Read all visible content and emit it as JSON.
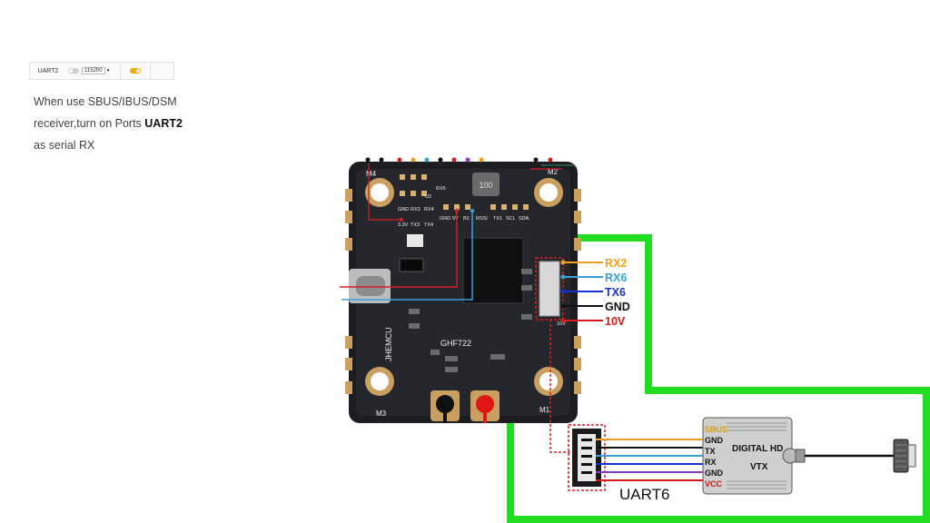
{
  "toolbar": {
    "port": "UART2",
    "baud": "115200"
  },
  "note": {
    "line1": "When use SBUS/IBUS/DSM",
    "line2_prefix": "receiver,turn on Ports ",
    "line2_bold": "UART2",
    "line3": "as serial RX"
  },
  "board": {
    "motors": [
      "M4",
      "M2",
      "M3",
      "M1"
    ],
    "pads": [
      "RX5",
      "U2",
      "GND",
      "RX3",
      "RX4",
      "3.3V",
      "TX3",
      "TX4",
      "GND",
      "5V",
      "B2",
      "RSSI",
      "TX1",
      "SCL",
      "SDA"
    ],
    "inductor": "100",
    "brand": "JHEMCU",
    "model": "GHF722",
    "ten_v": "10V"
  },
  "pins": [
    {
      "label": "RX2",
      "color": "#f0a020"
    },
    {
      "label": "RX6",
      "color": "#3aa0d8"
    },
    {
      "label": "TX6",
      "color": "#1a2fd0"
    },
    {
      "label": "GND",
      "color": "#111111"
    },
    {
      "label": "10V",
      "color": "#d81818"
    }
  ],
  "connector_label": "UART6",
  "vtx": {
    "pins": [
      "SBUS",
      "GND",
      "TX",
      "RX",
      "GND",
      "VCC"
    ],
    "title_line1": "DIGITAL HD",
    "title_line2": "VTX"
  },
  "colors": {
    "highlight": "#22dd22",
    "dashed": "#d42020"
  }
}
